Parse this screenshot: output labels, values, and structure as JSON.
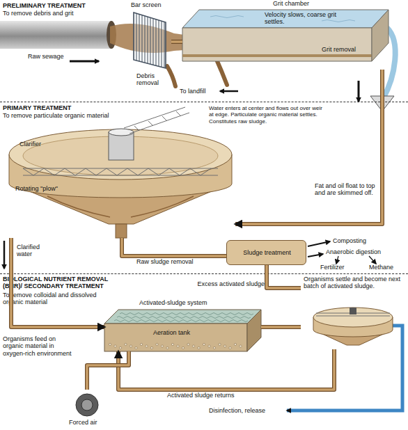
{
  "diagram": {
    "nodes": [
      {
        "text": [
          "PRELIMINARY TREATMENT",
          "To remove debris and grit"
        ]
      },
      {
        "text": [
          "Bar screen"
        ],
        "in": 0
      },
      {
        "text": [
          "Grit chamber",
          "Velocity slows, coarse grit settles.",
          "Grit removal"
        ],
        "in": 0
      },
      {
        "text": [
          "PRIMARY TREATMENT",
          "To remove particulate organic material"
        ]
      },
      {
        "text": [
          "Clarifier"
        ],
        "in": 3
      },
      {
        "text": [
          "Sludge treatment"
        ],
        "in": 3
      },
      {
        "text": [
          "BIOLOGICAL NUTRIENT REMOVAL (BNR)/ SECONDARY TREATMENT",
          "To remove colloidal and dissolved organic material"
        ]
      },
      {
        "text": [
          "Aeration tank"
        ],
        "in": 6
      },
      {
        "text": [
          "Organisms settle and become next batch of activated sludge."
        ],
        "in": 6
      },
      {
        "text": [
          "Forced air"
        ],
        "in": 6
      }
    ],
    "edges": [
      {
        "from": 1,
        "to": 2,
        "arrow": "none"
      },
      {
        "from": 2,
        "to": 4,
        "arrow": "to"
      },
      {
        "from": 4,
        "to": 5,
        "label": "Raw sludge removal",
        "arrow": "none"
      },
      {
        "from": 4,
        "to": 7,
        "label": "Clarified water",
        "arrow": "to"
      },
      {
        "from": 8,
        "to": 5,
        "label": "Excess activated sludge",
        "arrow": "none"
      },
      {
        "from": 7,
        "to": 8,
        "arrow": "none"
      },
      {
        "from": 8,
        "to": 7,
        "label": "Activated sludge returns",
        "arrow": "to"
      },
      {
        "from": 9,
        "to": 7,
        "arrow": "none"
      }
    ],
    "labels": [
      "Raw sewage",
      "Debris removal",
      "To landfill",
      "Water enters at center and flows out over weir at edge. Particulate organic material settles. Constitutes raw sludge.",
      "Rotating \"plow\"",
      "Fat and oil float to top and are skimmed off.",
      "Composting",
      "Anaerobic digestion",
      "Fertilizer",
      "Methane",
      "Activated-sludge system",
      "Organisms feed on organic material in oxygen-rich environment",
      "Disinfection, release"
    ]
  }
}
